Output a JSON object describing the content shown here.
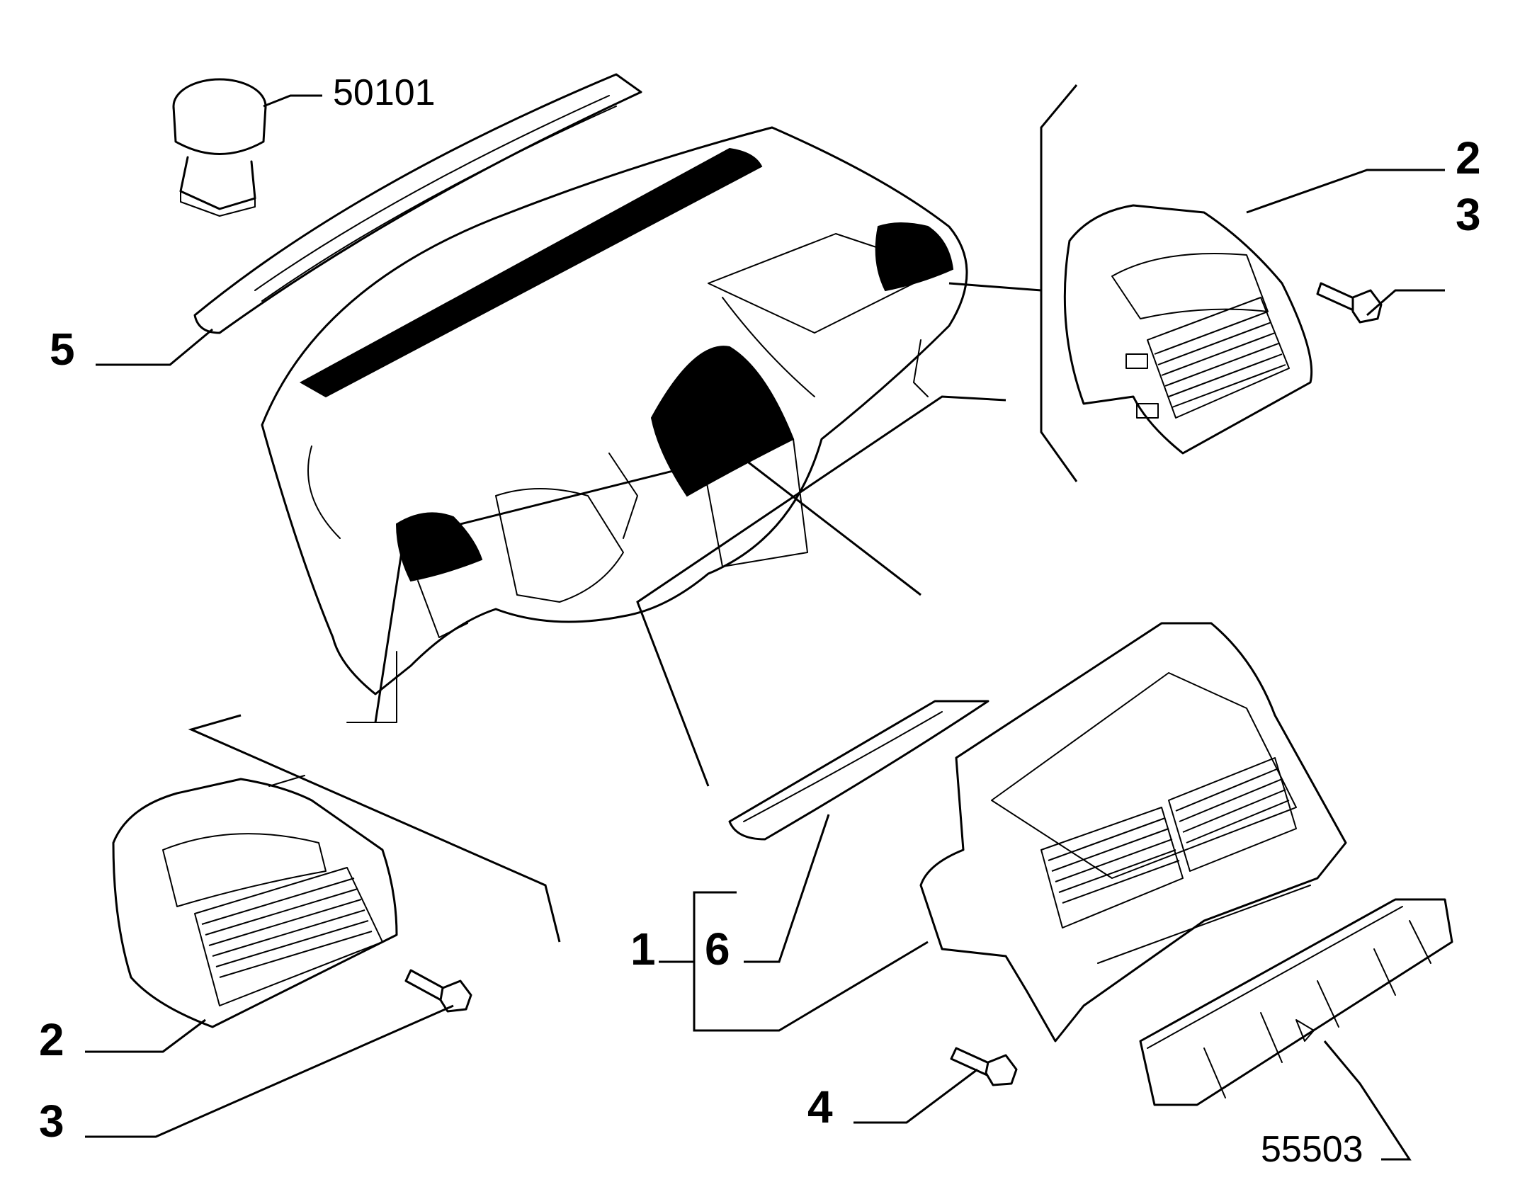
{
  "callouts": {
    "p50101": "50101",
    "p5": "5",
    "p2_right": "2",
    "p3_right": "3",
    "p2_left": "2",
    "p3_left": "3",
    "p1": "1",
    "p6": "6",
    "p4": "4",
    "p55503": "55503"
  },
  "colors": {
    "line": "#000000",
    "background": "#ffffff"
  }
}
